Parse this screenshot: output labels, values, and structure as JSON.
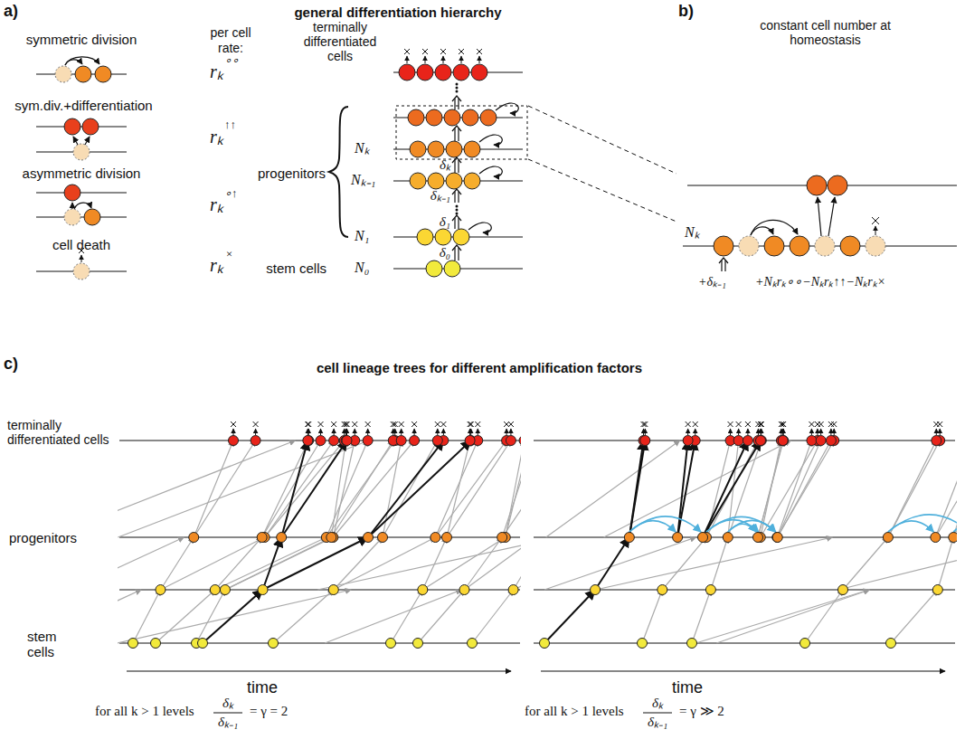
{
  "diagram": {
    "labels": [
      "a)",
      "general differentiation hierarchy",
      "b)",
      "constant cell number at homeostasis",
      "symmetric division",
      "per cell",
      "rate:",
      "terminally differentiated cells",
      "rₖ",
      "∘∘",
      "sym.div.+differentiation",
      "rₖ",
      "↑↑",
      "asymmetric division",
      "rₖ",
      "∘↑",
      "cell death",
      "rₖ",
      "×",
      "progenitors",
      "stem cells",
      "Nₖ",
      "δₖ",
      "Nₖ₋₁",
      "δₖ₋₁",
      "N₁",
      "δ₁",
      "δ₀",
      "N₀",
      "Nₖ",
      "+δₖ₋₁",
      "+Nₖrₖ∘∘−Nₖrₖ↑↑−Nₖrₖ×",
      "c)",
      "cell lineage trees for different amplification factors",
      "terminally differentiated cells",
      "progenitors",
      "stem cells",
      "time",
      "time",
      "for all k > 1 levels",
      "δₖ",
      "δₖ₋₁",
      "= γ = 2",
      "for all k > 1 levels",
      "δₖ",
      "δₖ₋₁",
      "= γ ≫ 2"
    ]
  }
}
